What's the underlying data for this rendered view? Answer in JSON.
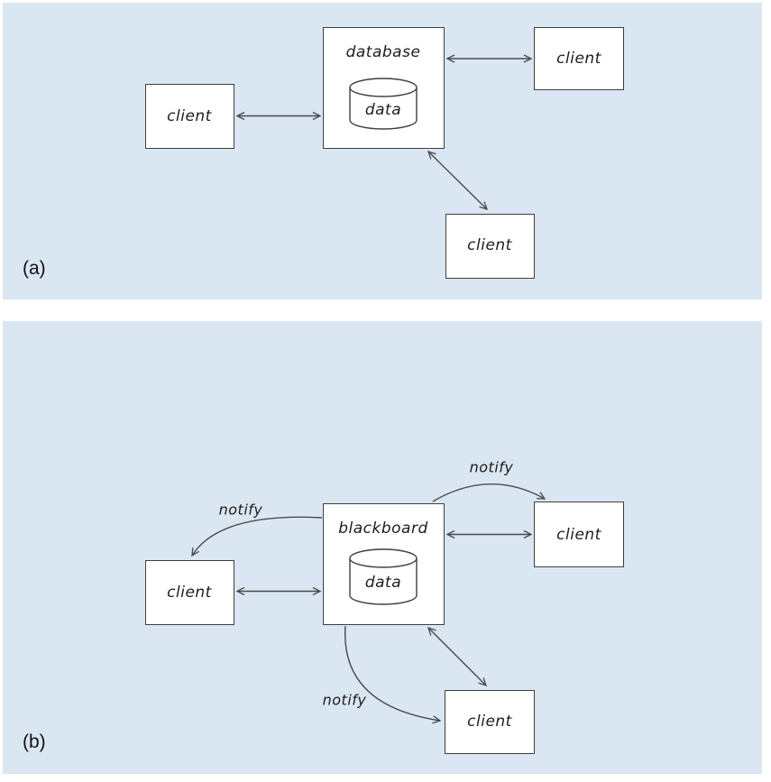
{
  "figure": {
    "panel_a": {
      "caption": "(a)",
      "repository_label": "database",
      "data_store_label": "data",
      "client_left_label": "client",
      "client_right_label": "client",
      "client_bottom_label": "client"
    },
    "panel_b": {
      "caption": "(b)",
      "repository_label": "blackboard",
      "data_store_label": "data",
      "client_left_label": "client",
      "client_right_label": "client",
      "client_bottom_label": "client",
      "notify_top_label": "notify",
      "notify_left_label": "notify",
      "notify_bottom_label": "notify"
    },
    "colors": {
      "panel_background": "#dbe6f3",
      "box_background": "#ffffff",
      "box_border": "#3f3f3f",
      "arrow_stroke": "#4a4a4a",
      "text": "#1d1d1d"
    }
  }
}
